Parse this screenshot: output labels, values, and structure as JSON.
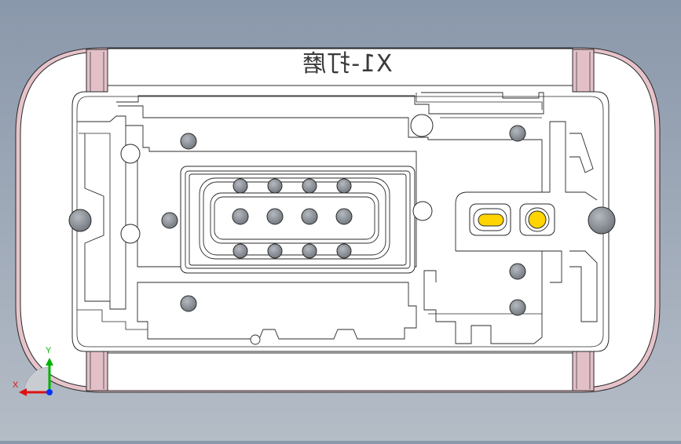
{
  "part_label": "X1-打磨",
  "triad": {
    "x_label": "X",
    "y_label": "Y"
  },
  "colors": {
    "background_top": "#8a98ab",
    "background_bottom": "#b4bcc6",
    "part_face": "#ffffff",
    "outline": "#2a2a2a",
    "rim_pink": "#e3c0c8",
    "hole_fill": "#8f959c",
    "oval_yellow": "#ffd400",
    "axis_x": "#e01010",
    "axis_y": "#00b400",
    "axis_z": "#0033ff"
  },
  "pins": {
    "top_row": 4,
    "middle_row": 4,
    "bottom_row": 4
  }
}
